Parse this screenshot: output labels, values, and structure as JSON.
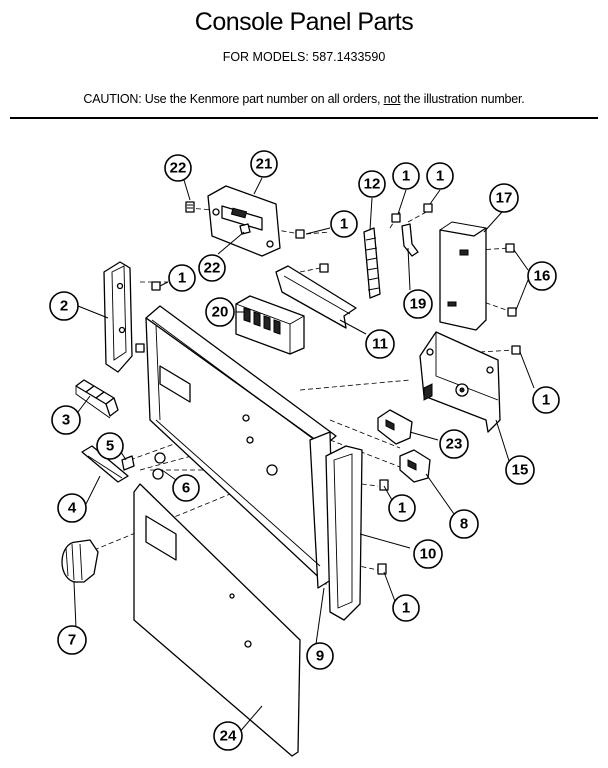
{
  "title": "Console Panel Parts",
  "subtitle": "FOR MODELS: 587.1433590",
  "caution": {
    "prefix": "CAUTION:  Use the Kenmore part number on all orders, ",
    "emphasis": "not",
    "suffix": " the illustration number."
  },
  "callouts": [
    {
      "id": "c22a",
      "label": "22"
    },
    {
      "id": "c21",
      "label": "21"
    },
    {
      "id": "c12",
      "label": "12"
    },
    {
      "id": "c1a",
      "label": "1"
    },
    {
      "id": "c1b",
      "label": "1"
    },
    {
      "id": "c17",
      "label": "17"
    },
    {
      "id": "c1c",
      "label": "1"
    },
    {
      "id": "c22b",
      "label": "22"
    },
    {
      "id": "c16",
      "label": "16"
    },
    {
      "id": "c2",
      "label": "2"
    },
    {
      "id": "c1d",
      "label": "1"
    },
    {
      "id": "c20",
      "label": "20"
    },
    {
      "id": "c19",
      "label": "19"
    },
    {
      "id": "c11",
      "label": "11"
    },
    {
      "id": "c1e",
      "label": "1"
    },
    {
      "id": "c3",
      "label": "3"
    },
    {
      "id": "c23",
      "label": "23"
    },
    {
      "id": "c5",
      "label": "5"
    },
    {
      "id": "c15",
      "label": "15"
    },
    {
      "id": "c6",
      "label": "6"
    },
    {
      "id": "c4",
      "label": "4"
    },
    {
      "id": "c1f",
      "label": "1"
    },
    {
      "id": "c8",
      "label": "8"
    },
    {
      "id": "c10",
      "label": "10"
    },
    {
      "id": "c7",
      "label": "7"
    },
    {
      "id": "c1g",
      "label": "1"
    },
    {
      "id": "c9",
      "label": "9"
    },
    {
      "id": "c24",
      "label": "24"
    }
  ]
}
